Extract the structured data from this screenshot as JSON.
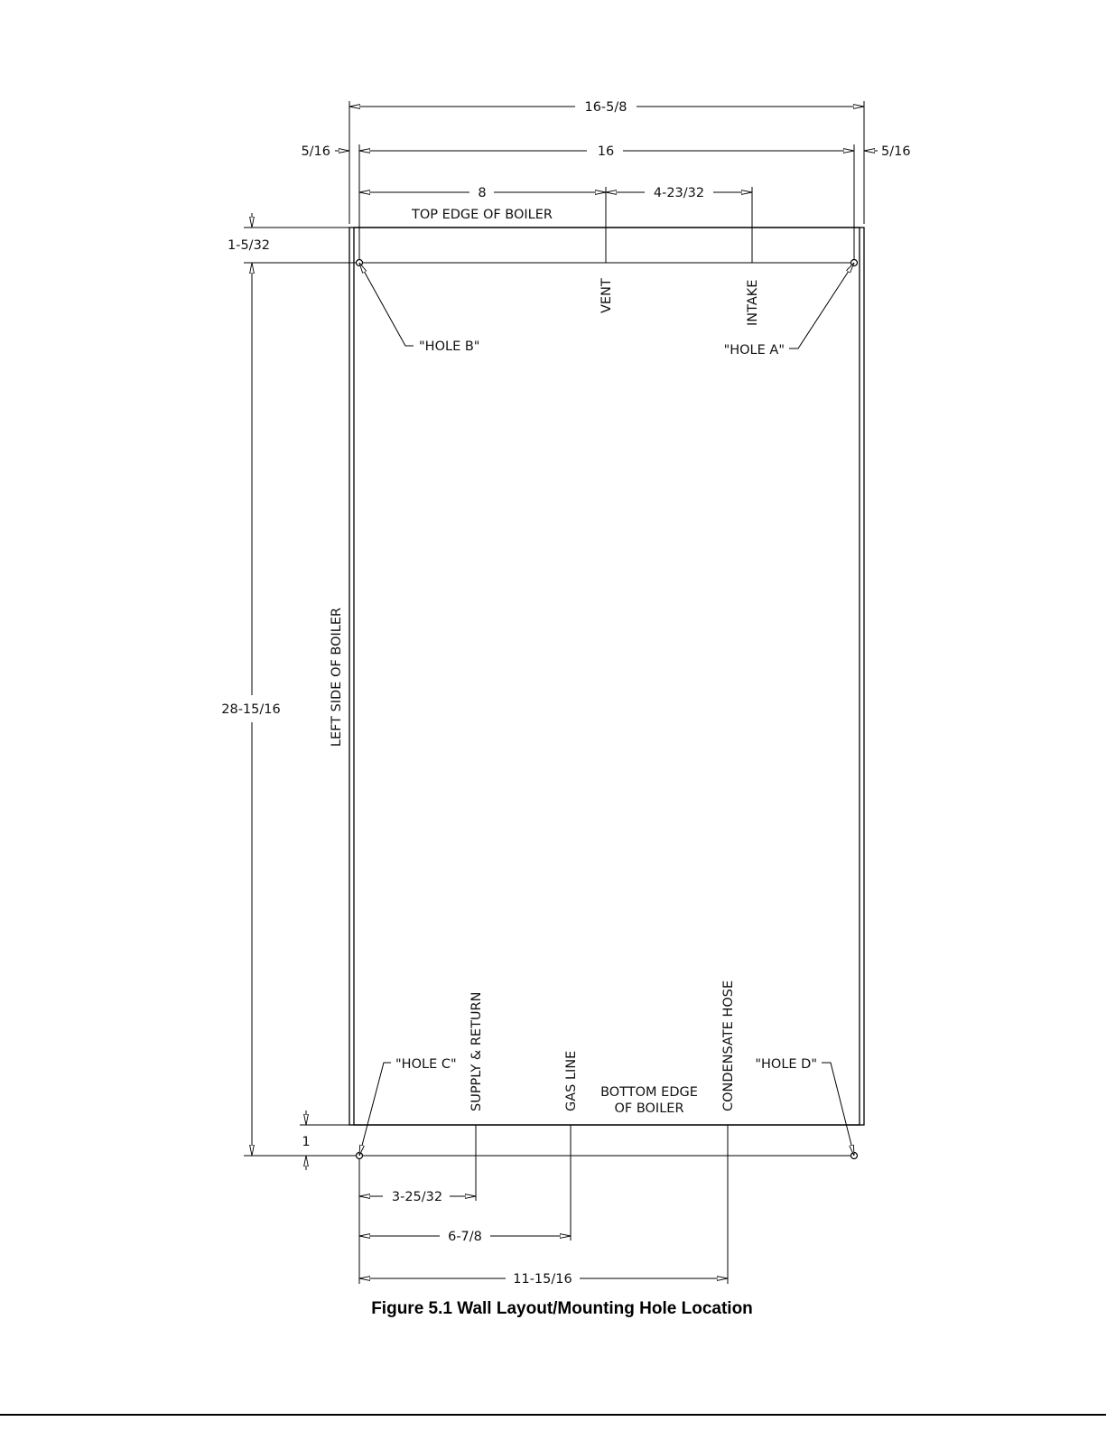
{
  "caption": "Figure 5.1  Wall Layout/Mounting Hole Location",
  "labels": {
    "top_edge": "TOP EDGE OF BOILER",
    "left_side": "LEFT SIDE OF BOILER",
    "bottom_edge_line1": "BOTTOM EDGE",
    "bottom_edge_line2": "OF BOILER",
    "vent": "VENT",
    "intake": "INTAKE",
    "supply_return": "SUPPLY & RETURN",
    "gas_line": "GAS LINE",
    "condensate_hose": "CONDENSATE HOSE",
    "hole_a": "\"HOLE A\"",
    "hole_b": "\"HOLE B\"",
    "hole_c": "\"HOLE C\"",
    "hole_d": "\"HOLE D\""
  },
  "dimensions": {
    "overall_width": "16-5/8",
    "hole_spacing": "16",
    "left_offset": "5/16",
    "right_offset": "5/16",
    "vent_from_left": "8",
    "intake_from_vent": "4-23/32",
    "top_to_holes": "1-5/32",
    "hole_vertical_spacing": "28-15/16",
    "bottom_to_holes": "1",
    "supply_from_left": "3-25/32",
    "gas_from_left": "6-7/8",
    "condensate_from_left": "11-15/16"
  }
}
